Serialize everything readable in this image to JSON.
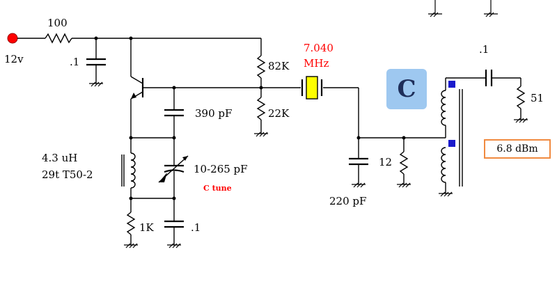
{
  "labels": {
    "r_input": "100",
    "supply": "12v",
    "c_bypass": ".1",
    "r_bias_top": "82K",
    "r_bias_bottom": "22K",
    "freq_value": "7.040",
    "freq_unit": "MHz",
    "c_feedback": "390 pF",
    "inductor_value": "4.3 uH",
    "inductor_core": "29t T50-2",
    "c_variable": "10-265 pF",
    "c_tune": "C tune",
    "r_emitter": "1K",
    "c_emitter": ".1",
    "c_shunt": "220 pF",
    "r_load": "12",
    "c_output": ".1",
    "r_output": "51",
    "mode_badge": "C",
    "output_level": "6.8 dBm"
  },
  "colors": {
    "accent_red": "#ff0000",
    "badge_blue": "#9ec8f0",
    "crystal_yellow": "#ffff00",
    "output_box_border": "#f08a40",
    "transformer_dot": "#1a1acc"
  }
}
